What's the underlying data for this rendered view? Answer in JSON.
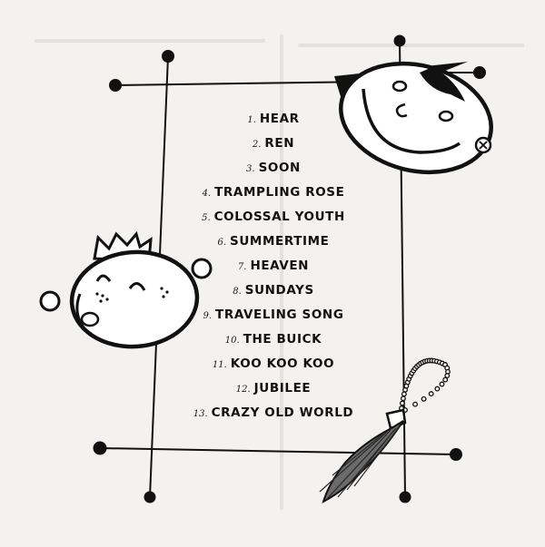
{
  "colors": {
    "background": "#f4f2ee",
    "ink": "#111111",
    "brush_bristles": "#6b6b6b"
  },
  "tracks": [
    {
      "number": "1.",
      "title": "HEAR"
    },
    {
      "number": "2.",
      "title": "REN"
    },
    {
      "number": "3.",
      "title": "SOON"
    },
    {
      "number": "4.",
      "title": "TRAMPLING ROSE"
    },
    {
      "number": "5.",
      "title": "COLOSSAL YOUTH"
    },
    {
      "number": "6.",
      "title": "SUMMERTIME"
    },
    {
      "number": "7.",
      "title": "HEAVEN"
    },
    {
      "number": "8.",
      "title": "SUNDAYS"
    },
    {
      "number": "9.",
      "title": "TRAVELING SONG"
    },
    {
      "number": "10.",
      "title": "THE BUICK"
    },
    {
      "number": "11.",
      "title": "KOO KOO KOO"
    },
    {
      "number": "12.",
      "title": "JUBILEE"
    },
    {
      "number": "13.",
      "title": "CRAZY OLD WORLD"
    }
  ],
  "decorations": [
    "frame-lines",
    "smiling-face-with-hat",
    "crowned-face-with-tongue",
    "duster-brush"
  ]
}
